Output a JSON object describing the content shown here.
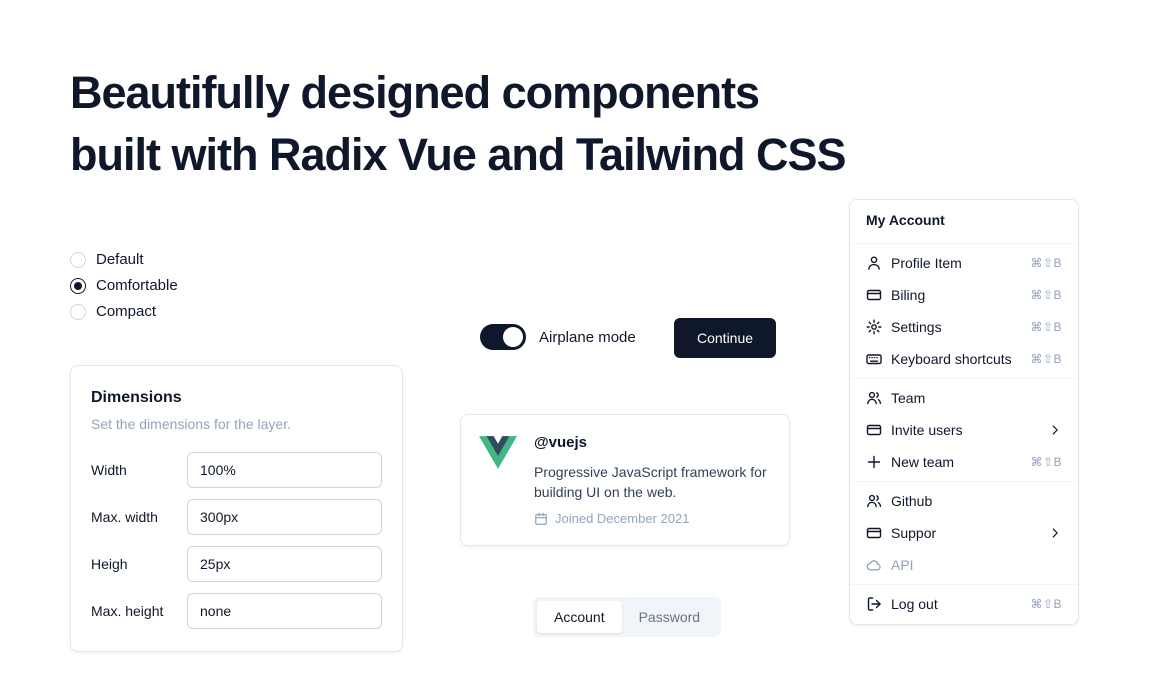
{
  "heading": {
    "line1": "Beautifully designed components",
    "line2": "built with Radix Vue and Tailwind CSS"
  },
  "radio_group": {
    "options": [
      {
        "label": "Default",
        "selected": false
      },
      {
        "label": "Comfortable",
        "selected": true
      },
      {
        "label": "Compact",
        "selected": false
      }
    ]
  },
  "dimensions_card": {
    "title": "Dimensions",
    "subtitle": "Set the dimensions for the layer.",
    "fields": [
      {
        "label": "Width",
        "value": "100%"
      },
      {
        "label": "Max. width",
        "value": "300px"
      },
      {
        "label": "Heigh",
        "value": "25px"
      },
      {
        "label": "Max. height",
        "value": "none"
      }
    ]
  },
  "airplane": {
    "label": "Airplane mode",
    "on": true
  },
  "continue_button": {
    "label": "Continue"
  },
  "profile_card": {
    "handle": "@vuejs",
    "description": "Progressive JavaScript framework for building UI on the web.",
    "joined": "Joined December 2021"
  },
  "tabs": [
    {
      "label": "Account",
      "active": true
    },
    {
      "label": "Password",
      "active": false
    }
  ],
  "menu": {
    "title": "My Account",
    "groups": [
      {
        "items": [
          {
            "label": "Profile Item",
            "shortcut": "⌘⇧B"
          },
          {
            "label": "Biling",
            "shortcut": "⌘⇧B"
          },
          {
            "label": "Settings",
            "shortcut": "⌘⇧B"
          },
          {
            "label": "Keyboard shortcuts",
            "shortcut": "⌘⇧B"
          }
        ]
      },
      {
        "items": [
          {
            "label": "Team"
          },
          {
            "label": "Invite users",
            "submenu": true
          },
          {
            "label": "New team",
            "shortcut": "⌘⇧B"
          }
        ]
      },
      {
        "items": [
          {
            "label": "Github"
          },
          {
            "label": "Suppor",
            "submenu": true
          },
          {
            "label": "API",
            "disabled": true
          }
        ]
      },
      {
        "items": [
          {
            "label": "Log out",
            "shortcut": "⌘⇧B"
          }
        ]
      }
    ]
  },
  "colors": {
    "accent_dark": "#0f172a",
    "muted": "#94a3b8",
    "border": "#e2e8f0",
    "vue_green": "#41B883",
    "vue_navy": "#35495E"
  }
}
